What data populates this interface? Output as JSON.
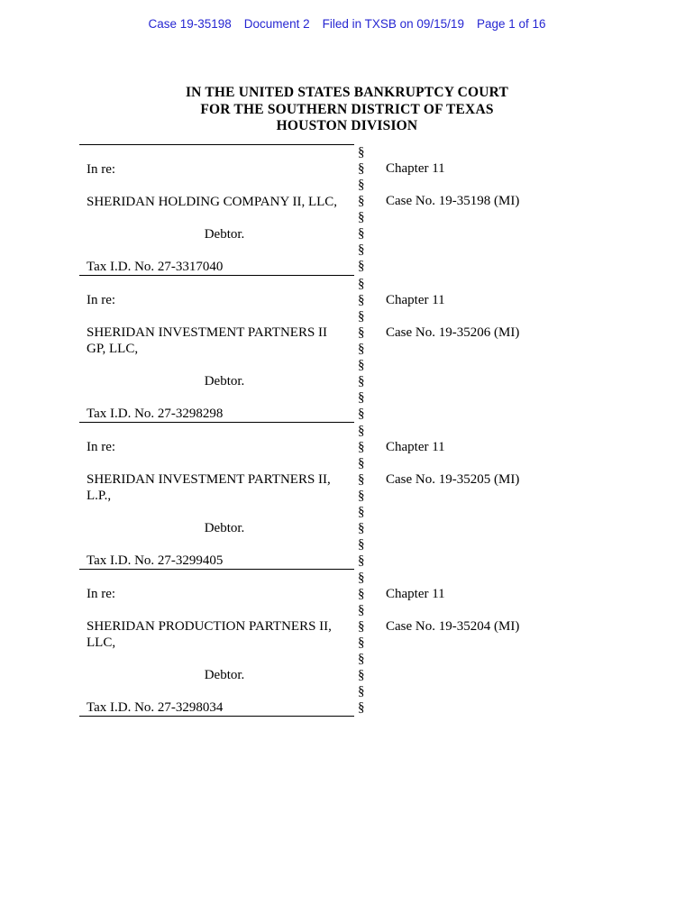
{
  "stamp": {
    "case_label": "Case 19-35198",
    "document_label": "Document 2",
    "filed_label": "Filed in TXSB on 09/15/19",
    "page_label": "Page 1 of 16",
    "color": "#2626d2"
  },
  "court_header": {
    "line1": "IN THE UNITED STATES BANKRUPTCY COURT",
    "line2": "FOR THE SOUTHERN DISTRICT OF TEXAS",
    "line3": "HOUSTON DIVISION"
  },
  "section_symbol": "§",
  "sections": [
    {
      "in_re": "In re:",
      "name_line1": "SHERIDAN HOLDING COMPANY II, LLC,",
      "debtor_label": "Debtor.",
      "tax_id": "Tax I.D. No. 27-3317040",
      "chapter": "Chapter 11",
      "case_no": "Case No. 19-35198 (MI)"
    },
    {
      "in_re": "In re:",
      "name_line1": "SHERIDAN INVESTMENT PARTNERS II",
      "name_line2": "GP, LLC,",
      "debtor_label": "Debtor.",
      "tax_id": "Tax I.D. No. 27-3298298",
      "chapter": "Chapter 11",
      "case_no": "Case No. 19-35206 (MI)"
    },
    {
      "in_re": "In re:",
      "name_line1": "SHERIDAN INVESTMENT PARTNERS II,",
      "name_line2": "L.P.,",
      "debtor_label": "Debtor.",
      "tax_id": "Tax I.D. No. 27-3299405",
      "chapter": "Chapter 11",
      "case_no": "Case No. 19-35205 (MI)"
    },
    {
      "in_re": "In re:",
      "name_line1": "SHERIDAN PRODUCTION PARTNERS II,",
      "name_line2": "LLC,",
      "debtor_label": "Debtor.",
      "tax_id": "Tax I.D. No. 27-3298034",
      "chapter": "Chapter 11",
      "case_no": "Case No. 19-35204 (MI)"
    }
  ]
}
